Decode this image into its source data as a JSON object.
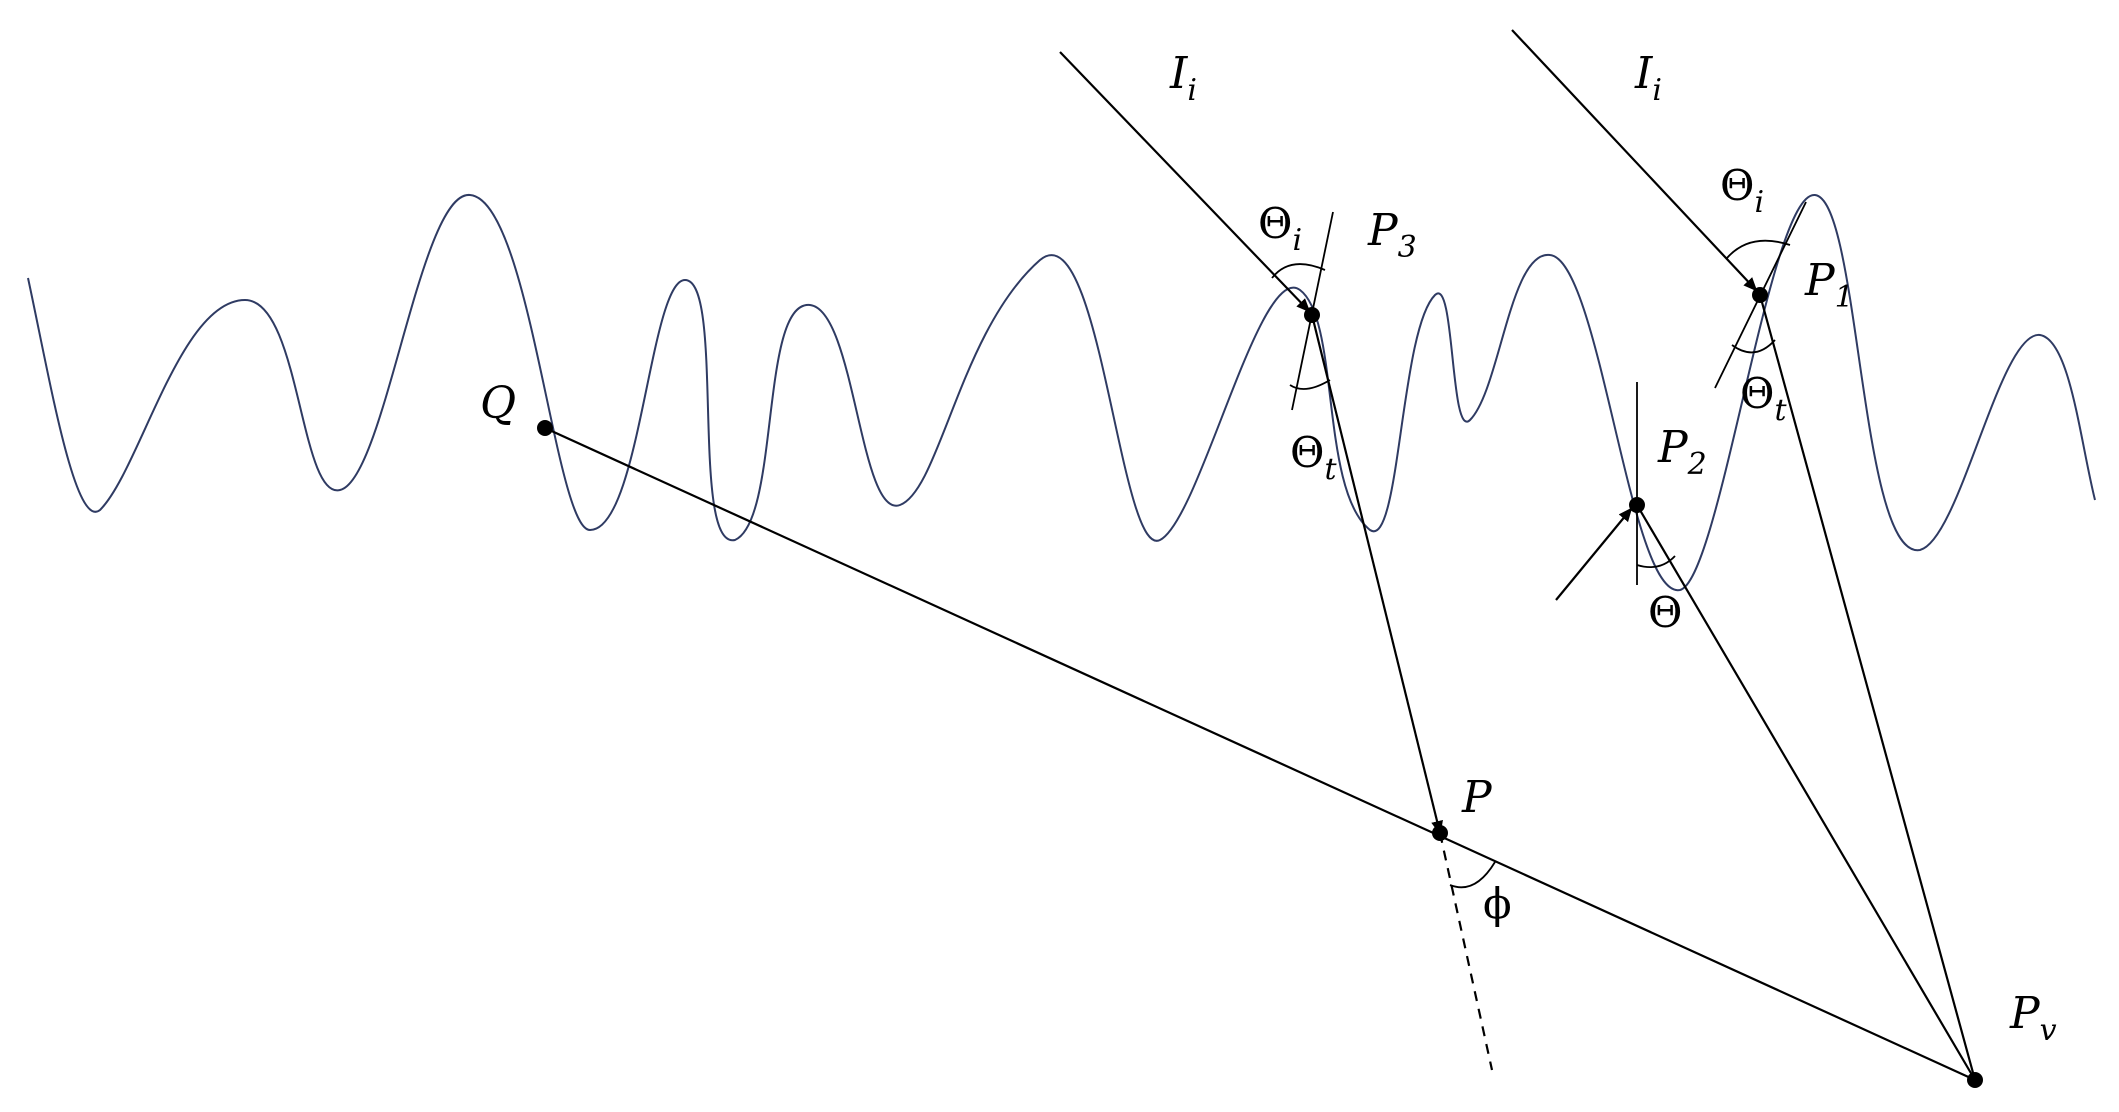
{
  "labels": {
    "incident_left": {
      "main": "I",
      "sub": "i"
    },
    "incident_right": {
      "main": "I",
      "sub": "i"
    },
    "theta_i_left": {
      "main": "Θ",
      "sub": "i"
    },
    "theta_i_right": {
      "main": "Θ",
      "sub": "i"
    },
    "theta_t_left": {
      "main": "Θ",
      "sub": "t"
    },
    "theta_t_right": {
      "main": "Θ",
      "sub": "t"
    },
    "theta": "Θ",
    "phi": "ϕ",
    "q": "Q",
    "p": "P",
    "p1": {
      "main": "P",
      "sub": "1"
    },
    "p2": {
      "main": "P",
      "sub": "2"
    },
    "p3": {
      "main": "P",
      "sub": "3"
    },
    "pv": {
      "main": "P",
      "sub": "v"
    }
  },
  "colors": {
    "wave": "#2f3b63",
    "lines": "#000000"
  }
}
